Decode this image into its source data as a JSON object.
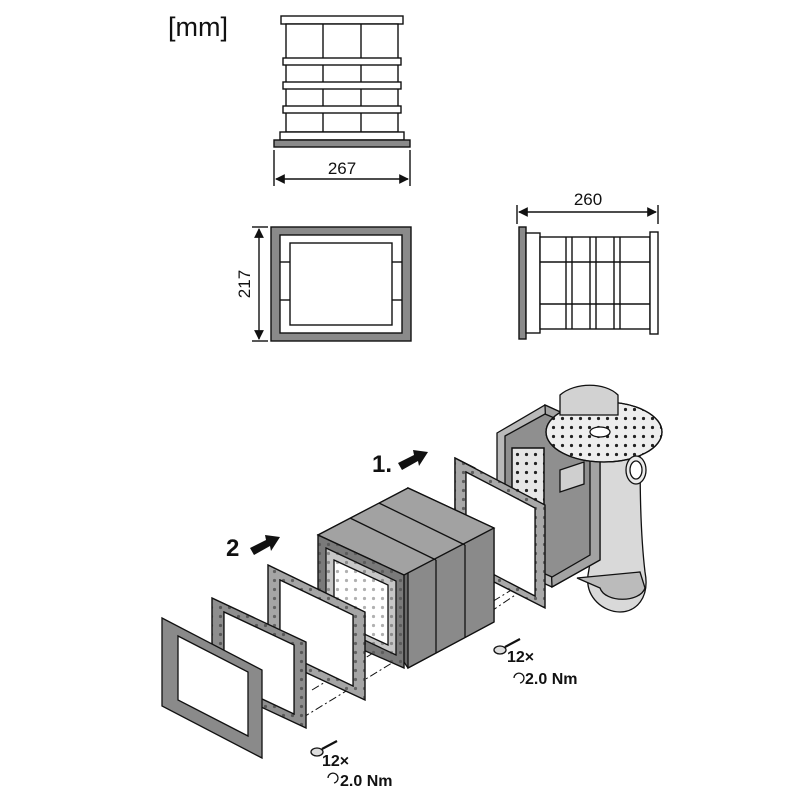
{
  "unit_label": "[mm]",
  "dimensions": {
    "width_top": "267",
    "height_front": "217",
    "depth_side": "260"
  },
  "steps": {
    "step1": "1.",
    "step2": "2"
  },
  "fasteners": {
    "upper": {
      "quantity": "12×",
      "torque": "2.0 Nm"
    },
    "lower": {
      "quantity": "12×",
      "torque": "2.0 Nm"
    }
  },
  "colors": {
    "line": "#111111",
    "part_fill": "#8a8a8a",
    "part_dark": "#5e5e5e",
    "part_light": "#e6e6e6"
  }
}
